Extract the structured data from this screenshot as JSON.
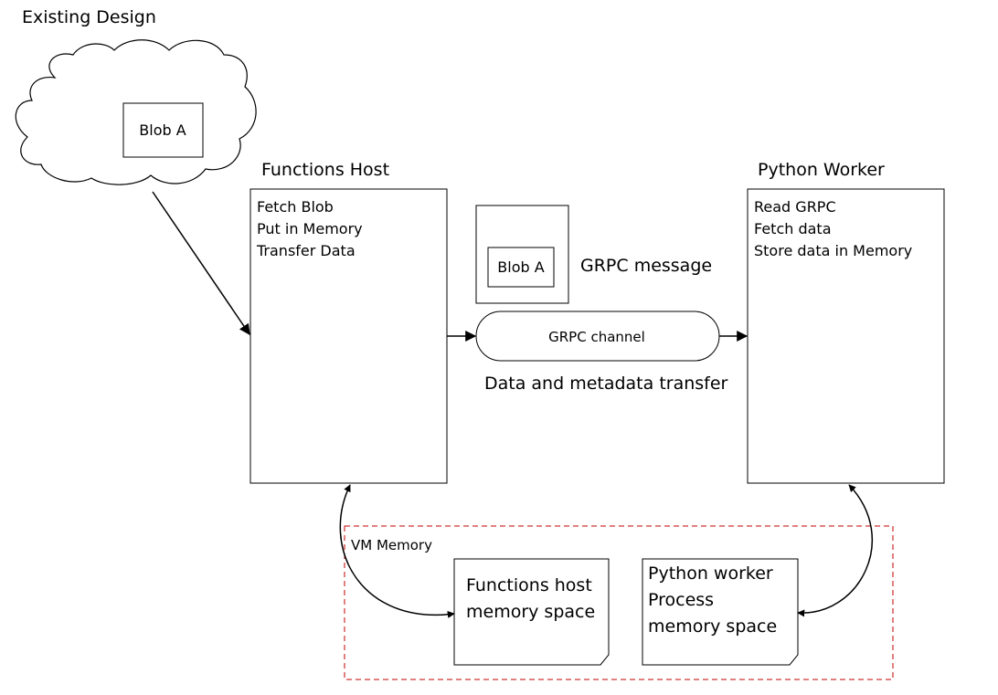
{
  "title": "Existing Design",
  "cloud": {
    "blob_label": "Blob A"
  },
  "functions_host": {
    "title": "Functions Host",
    "lines": [
      "Fetch Blob",
      "Put in Memory",
      "Transfer Data"
    ]
  },
  "python_worker": {
    "title": "Python Worker",
    "lines": [
      "Read GRPC",
      "Fetch data",
      "Store data in Memory"
    ]
  },
  "grpc_message": {
    "blob_label": "Blob A",
    "label": "GRPC message"
  },
  "grpc_channel": {
    "label": "GRPC channel",
    "caption": "Data and metadata transfer"
  },
  "vm_memory": {
    "label": "VM Memory",
    "boundary_color": "#c00000",
    "functions_host_space": [
      "Functions host",
      "memory space"
    ],
    "python_worker_space": [
      "Python worker",
      "Process",
      "memory space"
    ]
  }
}
